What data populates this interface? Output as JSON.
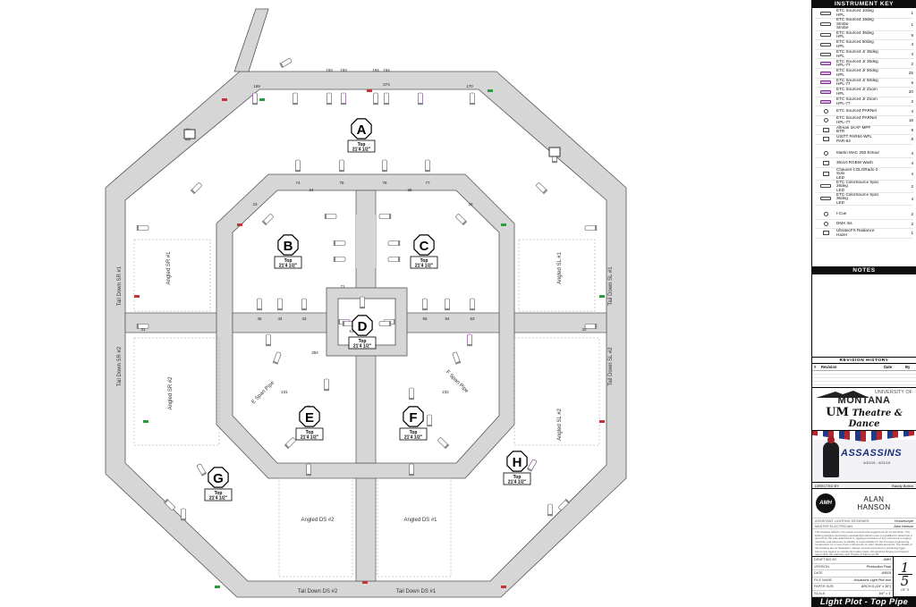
{
  "plot": {
    "positions": [
      {
        "letter": "A",
        "label": "Top",
        "height": "21'4 1/2\""
      },
      {
        "letter": "B",
        "label": "Top",
        "height": "21'4 1/2\""
      },
      {
        "letter": "C",
        "label": "Top",
        "height": "21'4 1/2\""
      },
      {
        "letter": "D",
        "label": "Top",
        "height": "21'4 1/2\""
      },
      {
        "letter": "E",
        "label": "Top",
        "height": "21'4 1/2\""
      },
      {
        "letter": "F",
        "label": "Top",
        "height": "21'4 1/2\""
      },
      {
        "letter": "G",
        "label": "Top",
        "height": "21'4 1/2\""
      },
      {
        "letter": "H",
        "label": "Top",
        "height": "21'4 1/2\""
      }
    ],
    "pipes": {
      "angled_sr1": "Angled SR #1",
      "angled_sl1": "Angled SL #1",
      "angled_sr2": "Angled SR #2",
      "angled_sl2": "Angled SL #2",
      "angled_ds2": "Angled DS #2",
      "angled_ds1": "Angled DS #1",
      "tail_sr1": "Tail Down SR #1",
      "tail_sl1": "Tail Down SL #1",
      "tail_sr2": "Tail Down SR #2",
      "tail_sl2": "Tail Down SL #2",
      "tail_ds2": "Tail Down DS #2",
      "tail_ds1": "Tail Down DS #1",
      "e_span": "E Span Pipe",
      "f_span": "F Span Pipe"
    },
    "unit_numbers": {
      "top_row": [
        "193",
        "193",
        "194",
        "194"
      ],
      "upper": [
        "169",
        "170",
        "274"
      ],
      "ring": [
        "74",
        "75",
        "76",
        "77"
      ],
      "b_row": [
        "45",
        "44",
        "43"
      ],
      "c_row": [
        "55",
        "54",
        "53"
      ],
      "d": [
        "71",
        "51"
      ],
      "sides": [
        "31",
        "32"
      ],
      "misc": [
        "284",
        "231",
        "232",
        "23",
        "24",
        "25",
        "26"
      ]
    }
  },
  "key": {
    "title": "INSTRUMENT KEY",
    "items": [
      {
        "label": [
          "ETC Source4 10deg",
          "HPL"
        ],
        "qty": "1",
        "icon": "ellipsoidal-icon"
      },
      {
        "label": [
          "ETC Source4 19deg",
          "Strobe",
          "Strobe"
        ],
        "qty": "1",
        "icon": "ellipsoidal-icon"
      },
      {
        "label": [
          "ETC Source4 36deg",
          "HPL"
        ],
        "qty": "9",
        "icon": "ellipsoidal-icon"
      },
      {
        "label": [
          "ETC Source4 50deg",
          "HPL"
        ],
        "qty": "4",
        "icon": "ellipsoidal-icon"
      },
      {
        "label": [
          "ETC Source4 Jr 36deg",
          "HPL"
        ],
        "qty": "4",
        "icon": "ellipsoidal-icon"
      },
      {
        "label": [
          "ETC Source4 Jr 36deg",
          "HPL-77"
        ],
        "qty": "2",
        "icon": "ellipsoidal-jr-icon"
      },
      {
        "label": [
          "ETC Source4 Jr 50deg",
          "HPL"
        ],
        "qty": "25",
        "icon": "ellipsoidal-jr-icon"
      },
      {
        "label": [
          "ETC Source4 Jr 50deg",
          "HPL-77"
        ],
        "qty": "6",
        "icon": "ellipsoidal-jr-icon"
      },
      {
        "label": [
          "ETC Source4 Jr Zoom",
          "HPL"
        ],
        "qty": "20",
        "icon": "zoom-icon"
      },
      {
        "label": [
          "ETC Source4 Jr Zoom",
          "HPL-77"
        ],
        "qty": "2",
        "icon": "zoom-icon"
      },
      {
        "label": [
          "ETC Source4 PARNel"
        ],
        "qty": "4",
        "icon": "parnel-icon"
      },
      {
        "label": [
          "ETC Source4 PARNel",
          "HPL-77"
        ],
        "qty": "18",
        "icon": "parnel-icon"
      },
      {
        "label": [
          "Altman 1KAF-MPF",
          "BTR"
        ],
        "qty": "9",
        "icon": "fresnel-icon"
      },
      {
        "label": [
          "USITT PAR64-WFL",
          "PAR-64"
        ],
        "qty": "8",
        "icon": "par-icon"
      },
      {
        "label": [
          "Martin MAC 250 Entour"
        ],
        "qty": "4",
        "icon": "moving-light-icon"
      },
      {
        "label": [
          "36x10 RGBW Wash"
        ],
        "qty": "4",
        "icon": "wash-icon"
      },
      {
        "label": [
          "Chauvet COLORado 2",
          "Solo",
          "LED"
        ],
        "qty": "4",
        "icon": "led-wash-icon"
      },
      {
        "label": [
          "ETC ColorSource Spot",
          "26deg",
          "LED"
        ],
        "qty": "2",
        "icon": "led-spot-icon"
      },
      {
        "label": [
          "ETC ColorSource Spot",
          "36deg",
          "LED"
        ],
        "qty": "4",
        "icon": "led-spot-icon"
      },
      {
        "label": [
          "I-Cue"
        ],
        "qty": "2",
        "icon": "icue-icon"
      },
      {
        "label": [
          "DMX Iris"
        ],
        "qty": "2",
        "icon": "iris-icon"
      },
      {
        "label": [
          "UltratecFX Radiance",
          "Hazer"
        ],
        "qty": "1",
        "icon": "hazer-icon"
      }
    ]
  },
  "notes": {
    "title": "NOTES"
  },
  "revision": {
    "title": "REVISION HISTORY",
    "cols": [
      "#",
      "Revision",
      "Date",
      "By"
    ]
  },
  "logo": {
    "university": "UNIVERSITY OF",
    "montana": "MONTANA",
    "um": "UM",
    "theatre": "Theatre & Dance",
    "sub": "University of Montana"
  },
  "show": {
    "title": "ASSASSINS",
    "dates": "4/10/19 - 4/21/19"
  },
  "director": {
    "label": "DIRECTED BY",
    "name": "Randy Bolton"
  },
  "designer": {
    "initials": "AMH",
    "name_line1": "ALAN",
    "name_line2": "HANSON"
  },
  "roles": [
    {
      "role": "ASSISTANT LIGHTING DESIGNER",
      "name": "Housescope"
    },
    {
      "role": "MASTER ELECTRICIAN",
      "name": "Alan Hanson"
    }
  ],
  "disclaimer": "This drawing reflects only visual concepts and suggestions for construction. The lighting designer and design assistants/production are not qualified to determine a good fit for the safe attachment or rigging procedures of any instrument to rigging methods, and assumes no liability or responsibility for the improper engineering, construction of, or use of any instruments or other related elements. The details of this drawing are for illustration. Always consult a licensed or practicing rigger before any rigging or construction takes place. All specified fixtures and hazard rated within the authority with Theatre & Dance at UM.",
  "titleblock": {
    "fields": [
      {
        "label": "DRAFTING BY",
        "value": "AMH"
      },
      {
        "label": "VERSION",
        "value": "Production Final"
      },
      {
        "label": "DATE",
        "value": "4/8/19"
      },
      {
        "label": "FILE NAME",
        "value": "Assassins Light Plot.vwx"
      },
      {
        "label": "PAPER SIZE",
        "value": "ARCH D (24\" x 36\")"
      },
      {
        "label": "SCALE",
        "value": "3/4\" = 1'"
      }
    ],
    "sheet": "1",
    "of": "5",
    "of_label": "OF 5"
  },
  "plate": {
    "title": "Light Plot - Top Pipe"
  }
}
